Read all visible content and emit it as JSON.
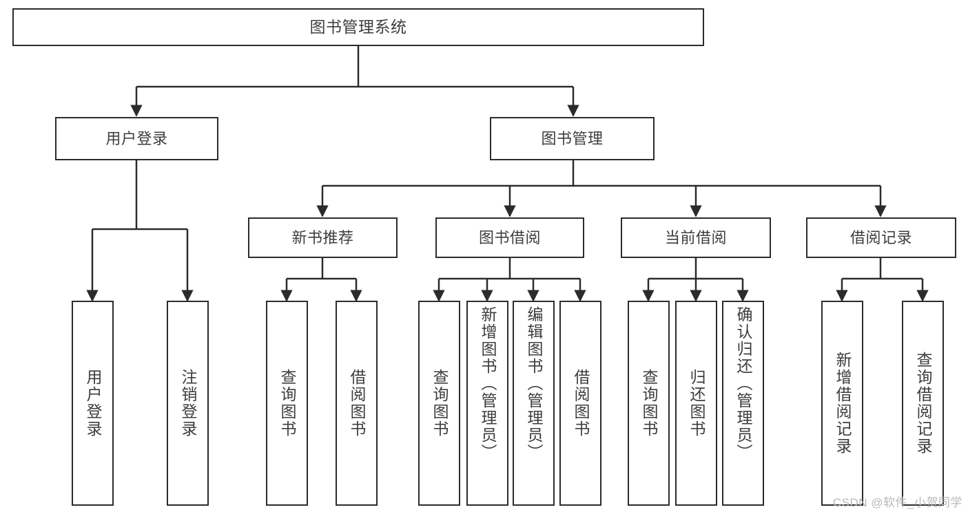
{
  "diagram": {
    "type": "tree-hierarchy",
    "title": "图书管理系统",
    "style": {
      "line_color": "#2b2b2b",
      "box_fill": "#ffffff",
      "text_color": "#3d3d3d",
      "watermark_color": "#b9b9b9"
    },
    "watermark": "CSDN @软件_小贺同学",
    "levels": [
      {
        "level": 1,
        "nodes": [
          {
            "id": "root",
            "label": "图书管理系统"
          }
        ]
      },
      {
        "level": 2,
        "nodes": [
          {
            "id": "user-login",
            "label": "用户登录",
            "parent": "root"
          },
          {
            "id": "book-manage",
            "label": "图书管理",
            "parent": "root"
          }
        ]
      },
      {
        "level": 3,
        "nodes": [
          {
            "id": "new-book-rec",
            "label": "新书推荐",
            "parent": "book-manage"
          },
          {
            "id": "book-borrow",
            "label": "图书借阅",
            "parent": "book-manage"
          },
          {
            "id": "current-borrow",
            "label": "当前借阅",
            "parent": "book-manage"
          },
          {
            "id": "borrow-record",
            "label": "借阅记录",
            "parent": "book-manage"
          }
        ]
      },
      {
        "level": 4,
        "nodes": [
          {
            "id": "leaf-user-login",
            "label": "用户登录",
            "parent": "user-login"
          },
          {
            "id": "leaf-user-logout",
            "label": "注销登录",
            "parent": "user-login"
          },
          {
            "id": "leaf-rec-query",
            "label": "查询图书",
            "parent": "new-book-rec"
          },
          {
            "id": "leaf-rec-borrow",
            "label": "借阅图书",
            "parent": "new-book-rec"
          },
          {
            "id": "leaf-borrow-query",
            "label": "查询图书",
            "parent": "book-borrow"
          },
          {
            "id": "leaf-borrow-add",
            "label": "新增图书（管理员）",
            "parent": "book-borrow"
          },
          {
            "id": "leaf-borrow-edit",
            "label": "编辑图书（管理员）",
            "parent": "book-borrow"
          },
          {
            "id": "leaf-borrow-lend",
            "label": "借阅图书",
            "parent": "book-borrow"
          },
          {
            "id": "leaf-cur-query",
            "label": "查询图书",
            "parent": "current-borrow"
          },
          {
            "id": "leaf-cur-return",
            "label": "归还图书",
            "parent": "current-borrow"
          },
          {
            "id": "leaf-cur-confirm",
            "label": "确认归还（管理员）",
            "parent": "current-borrow"
          },
          {
            "id": "leaf-rec-add",
            "label": "新增借阅记录",
            "parent": "borrow-record"
          },
          {
            "id": "leaf-rec-search",
            "label": "查询借阅记录",
            "parent": "borrow-record"
          }
        ]
      }
    ]
  }
}
